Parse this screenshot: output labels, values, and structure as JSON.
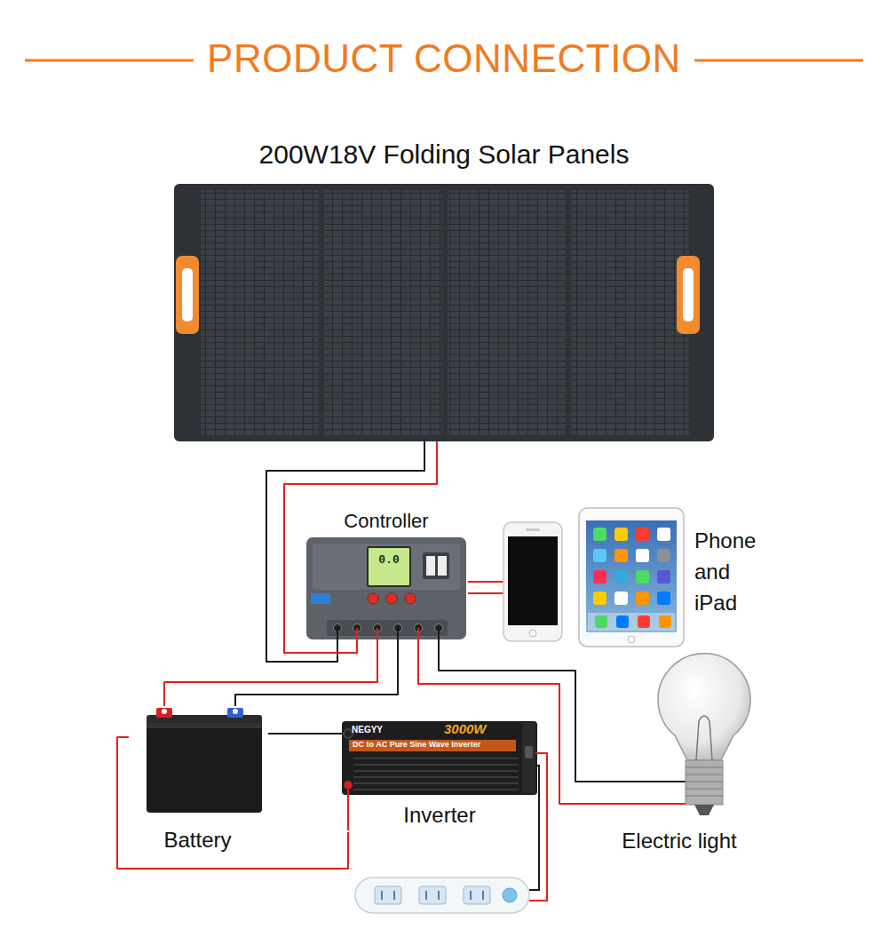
{
  "diagram": {
    "title": "PRODUCT CONNECTION",
    "nodes": [
      {
        "text": [
          "200W18V Folding Solar Panels"
        ]
      },
      {
        "text": [
          "Controller"
        ]
      },
      {
        "text": [
          "Phone and iPad"
        ]
      },
      {
        "text": [
          "Battery"
        ]
      },
      {
        "text": [
          "Inverter"
        ]
      },
      {
        "text": [
          "Electric light"
        ]
      }
    ],
    "edges": [
      {
        "from": 0,
        "to": 1,
        "arrow": "none"
      },
      {
        "from": 1,
        "to": 2,
        "arrow": "none"
      },
      {
        "from": 1,
        "to": 3,
        "arrow": "none"
      },
      {
        "from": 1,
        "to": 5,
        "arrow": "none"
      },
      {
        "from": 3,
        "to": 4,
        "arrow": "none"
      }
    ],
    "labels": [
      "0.0",
      "NEGYY",
      "3000W",
      "DC to AC Pure Sine Wave Inverter"
    ]
  }
}
